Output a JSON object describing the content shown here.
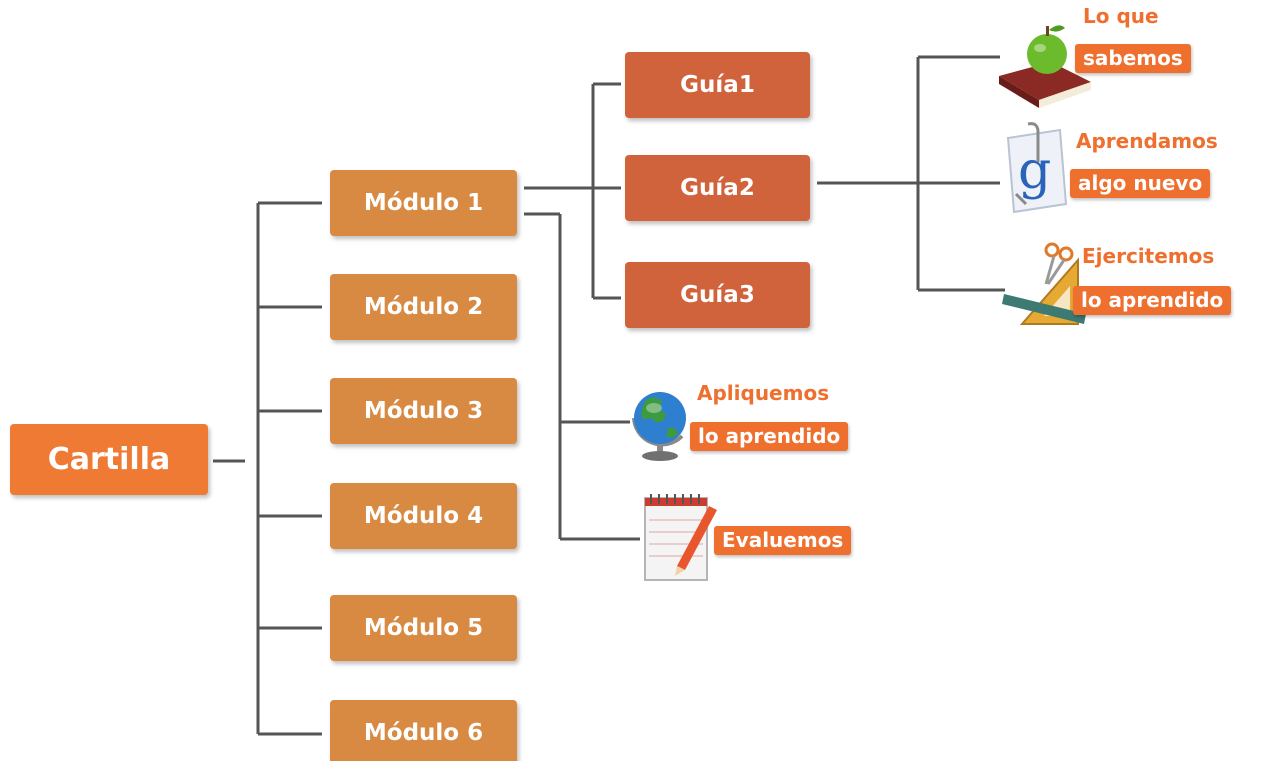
{
  "root": {
    "label": "Cartilla"
  },
  "modules": [
    {
      "label": "Módulo 1"
    },
    {
      "label": "Módulo 2"
    },
    {
      "label": "Módulo 3"
    },
    {
      "label": "Módulo 4"
    },
    {
      "label": "Módulo 5"
    },
    {
      "label": "Módulo 6"
    }
  ],
  "guides": [
    {
      "label": "Guía1"
    },
    {
      "label": "Guía2"
    },
    {
      "label": "Guía3"
    }
  ],
  "module_sections": [
    {
      "line1": "Apliquemos",
      "line2": "lo aprendido",
      "icon": "globe-icon"
    },
    {
      "line1": "Evaluemos",
      "icon": "notepad-pencil-icon"
    }
  ],
  "guide_sections": [
    {
      "line1": "Lo que",
      "line2": "sabemos",
      "icon": "apple-book-icon"
    },
    {
      "line1": "Aprendamos",
      "line2": "algo nuevo",
      "icon": "dictionary-g-icon"
    },
    {
      "line1": "Ejercitemos",
      "line2": "lo aprendido",
      "icon": "ruler-scissors-icon"
    }
  ],
  "colors": {
    "root": "#ee7a34",
    "module": "#d88a42",
    "guide": "#d0623c",
    "section_label": "#ee6f2e",
    "connector": "#555555"
  }
}
